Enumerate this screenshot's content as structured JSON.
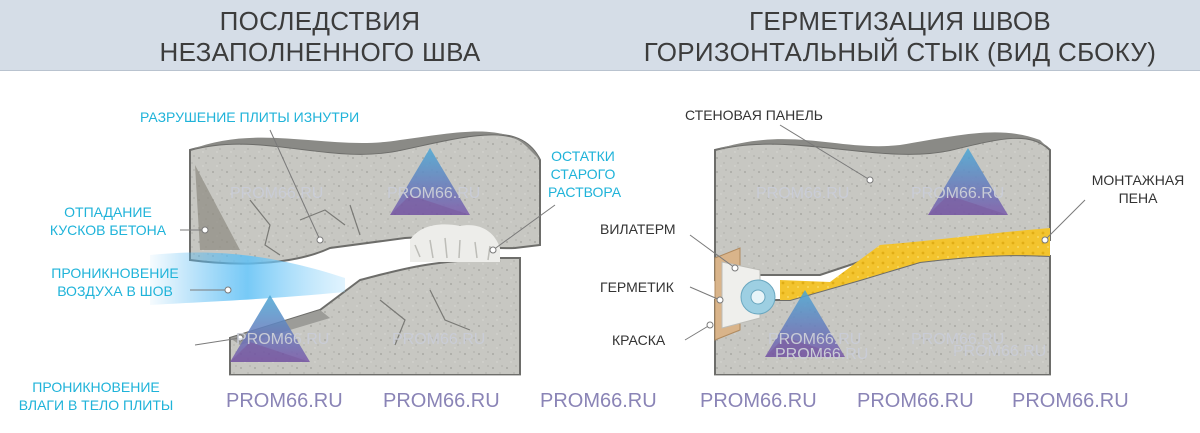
{
  "header": {
    "left_title_line1": "ПОСЛЕДСТВИЯ",
    "left_title_line2": "НЕЗАПОЛНЕННОГО ШВА",
    "right_title_line1": "ГЕРМЕТИЗАЦИЯ ШВОВ",
    "right_title_line2": "ГОРИЗОНТАЛЬНЫЙ СТЫК (ВИД СБОКУ)"
  },
  "left_diagram": {
    "label_destruction": "РАЗРУШЕНИЕ ПЛИТЫ ИЗНУТРИ",
    "label_old_mortar_1": "ОСТАТКИ",
    "label_old_mortar_2": "СТАРОГО",
    "label_old_mortar_3": "РАСТВОРА",
    "label_falling_1": "ОТПАДАНИЕ",
    "label_falling_2": "КУСКОВ БЕТОНА",
    "label_air_1": "ПРОНИКНОВЕНИЕ",
    "label_air_2": "ВОЗДУХА В ШОВ",
    "label_moisture_1": "ПРОНИКНОВЕНИЕ",
    "label_moisture_2": "ВЛАГИ В ТЕЛО ПЛИТЫ"
  },
  "right_diagram": {
    "label_wall_panel": "СТЕНОВАЯ ПАНЕЛЬ",
    "label_foam_1": "МОНТАЖНАЯ",
    "label_foam_2": "ПЕНА",
    "label_vilaterm": "ВИЛАТЕРМ",
    "label_sealant": "ГЕРМЕТИК",
    "label_paint": "КРАСКА"
  },
  "watermark": {
    "text": "PROM66.RU"
  },
  "colors": {
    "header_bg": "#d5dde7",
    "callout_cyan": "#1fb3d9",
    "concrete": "#c9c9c4",
    "foam": "#f2c22c",
    "vilaterm": "#a9d3e3",
    "sealant": "#eeeeee",
    "paint": "#d9b48a"
  }
}
